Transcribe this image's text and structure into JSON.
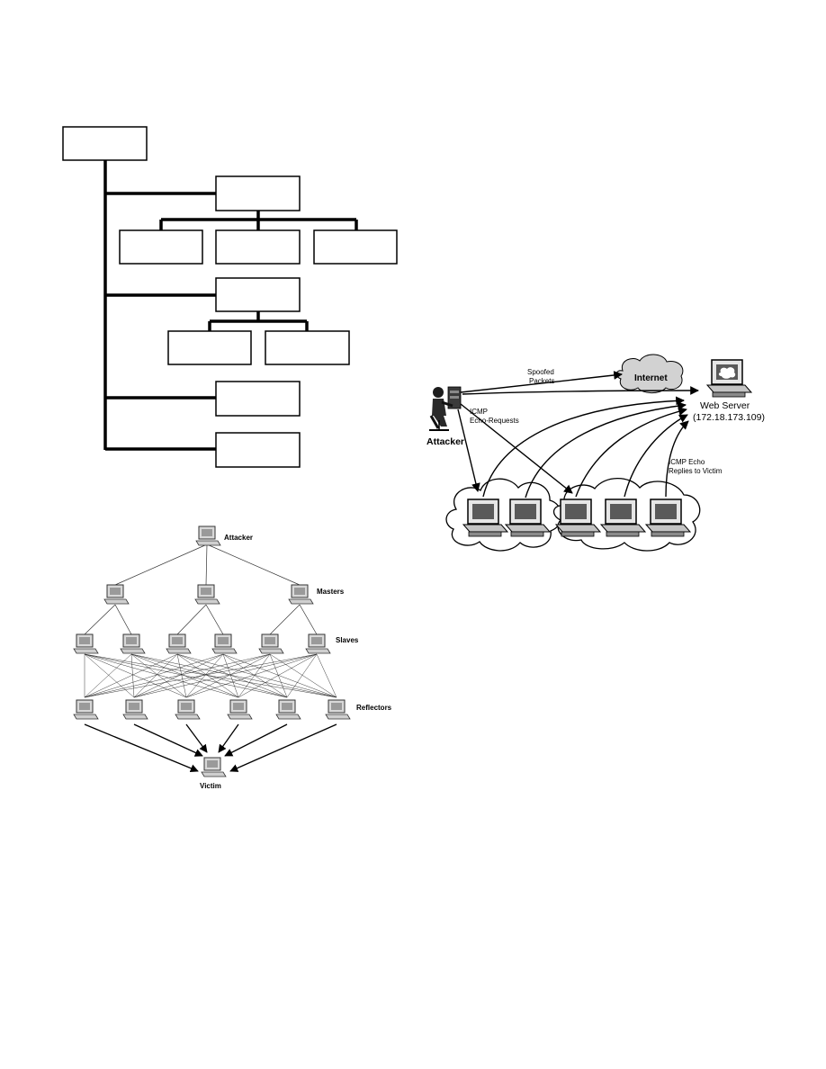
{
  "tree_diagram": {
    "boxes": [
      "",
      "",
      "",
      "",
      "",
      "",
      "",
      "",
      "",
      "",
      ""
    ]
  },
  "ddos_hierarchy": {
    "attacker_label": "Attacker",
    "masters_label": "Masters",
    "slaves_label": "Slaves",
    "reflectors_label": "Reflectors",
    "victim_label": "Victim"
  },
  "smurf_attack": {
    "spoofed_label_line1": "Spoofed",
    "spoofed_label_line2": "Packets",
    "internet_label": "Internet",
    "web_server_label": "Web Server",
    "web_server_ip": "(172.18.173.109)",
    "icmp_request_line1": "ICMP",
    "icmp_request_line2": "Echo-Requests",
    "attacker_label": "Attacker",
    "icmp_reply_line1": "ICMP Echo",
    "icmp_reply_line2": "Replies to Victim"
  }
}
